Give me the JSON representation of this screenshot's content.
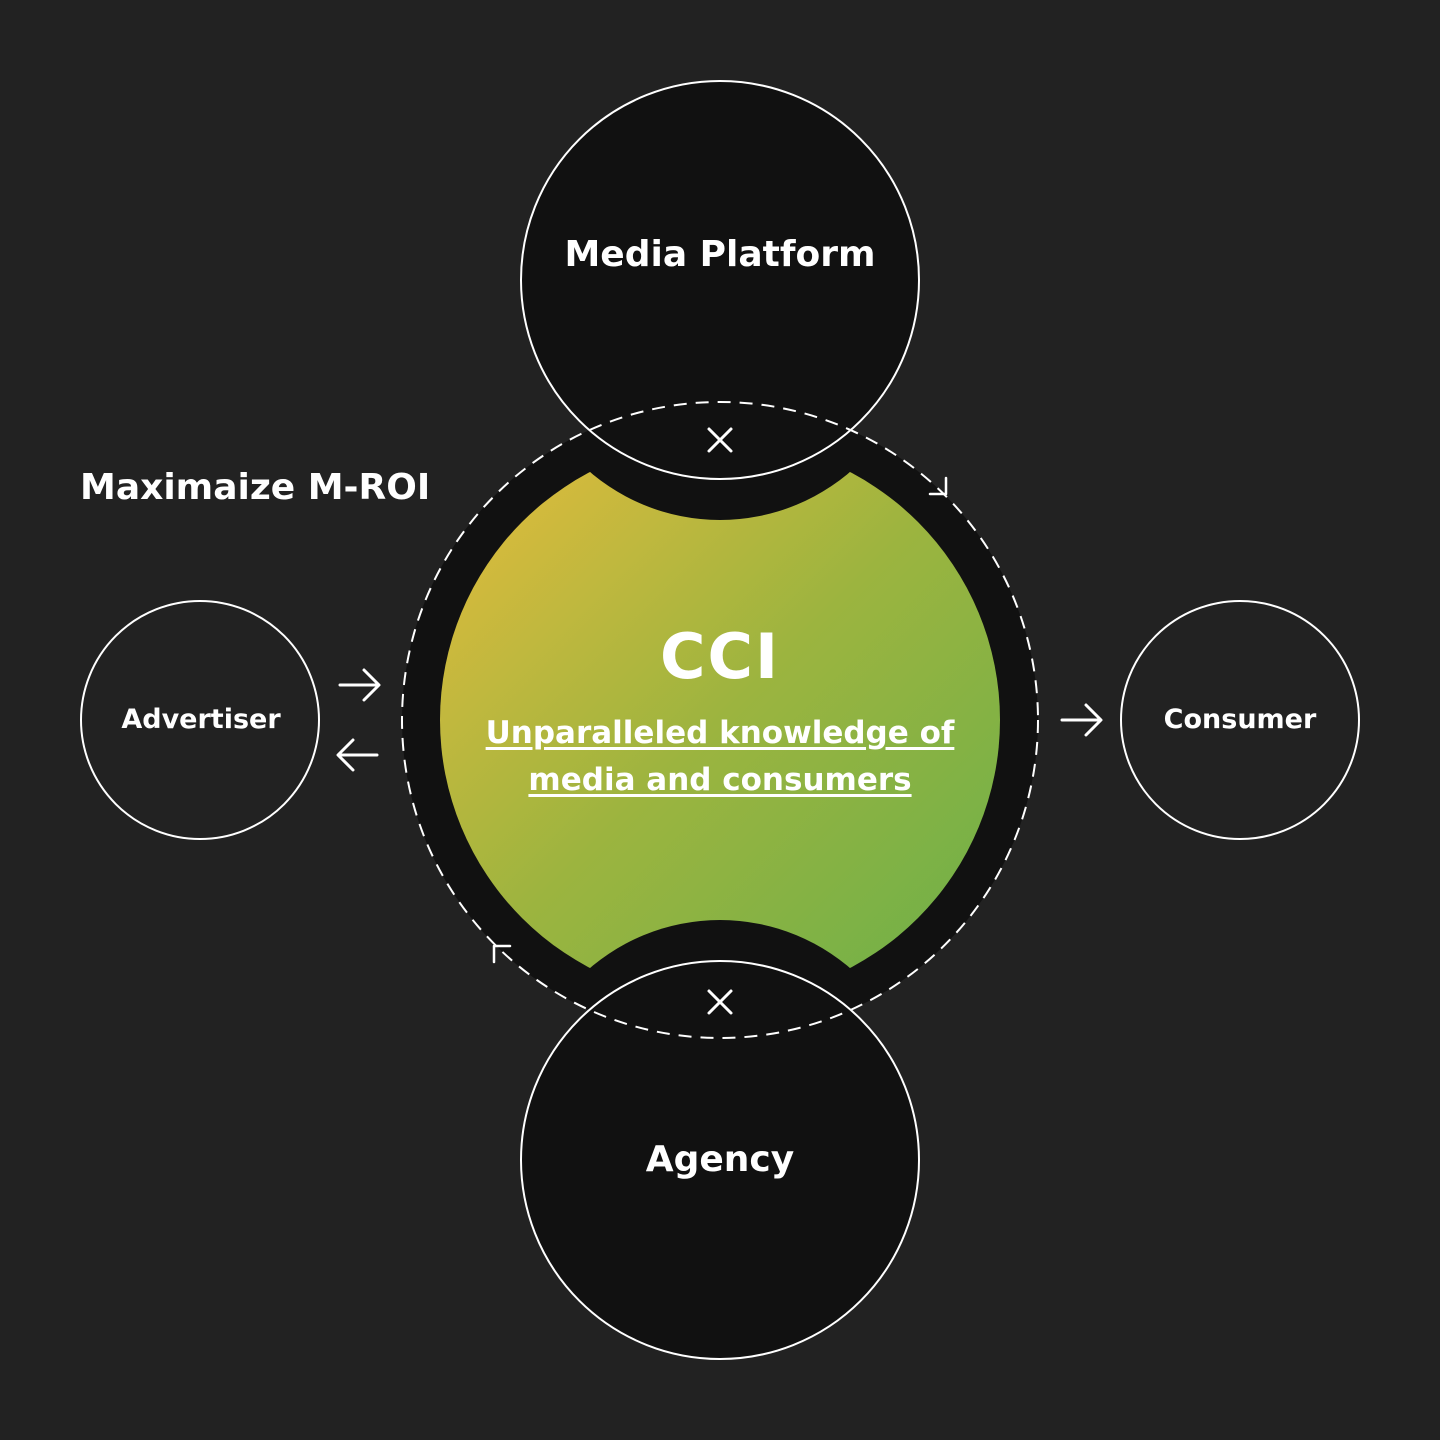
{
  "nodes": {
    "media_platform": "Media Platform",
    "agency": "Agency",
    "advertiser": "Advertiser",
    "consumer": "Consumer"
  },
  "center": {
    "title": "CCI",
    "subtitle": "Unparalleled knowledge of media and consumers"
  },
  "goal_label": "Maximaize M-ROI",
  "colors": {
    "background": "#222222",
    "node_fill": "#111111",
    "outline": "#ffffff",
    "gradient_start": "#e8bc3c",
    "gradient_mid": "#9cb43f",
    "gradient_end": "#6ab04a"
  },
  "icons": [
    "multiply-icon",
    "arrow-right-icon",
    "arrow-left-icon",
    "cycle-arrow-icon"
  ]
}
